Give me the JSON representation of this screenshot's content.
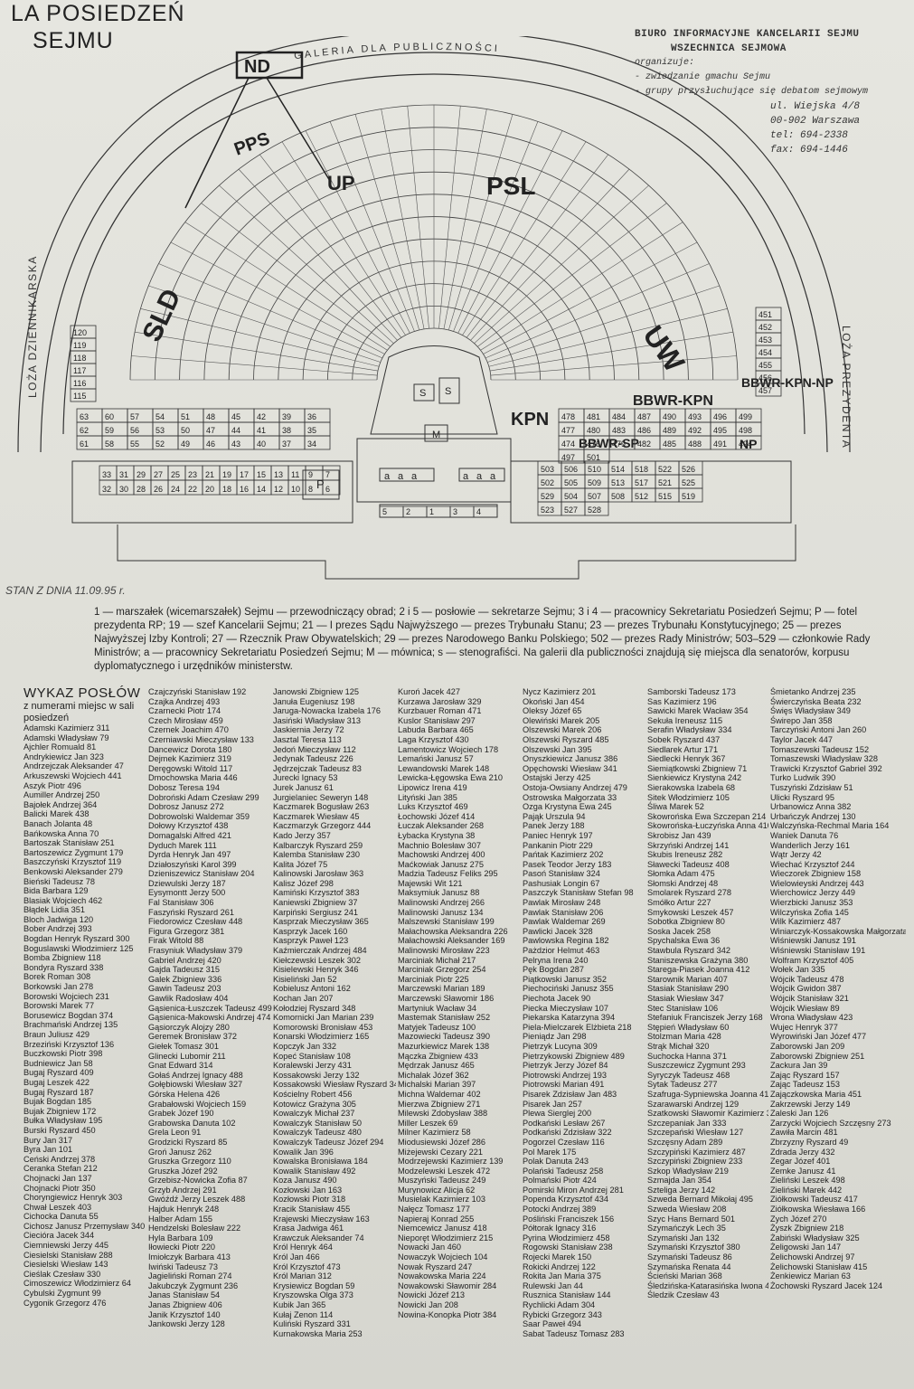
{
  "header": {
    "title_line1": "LA POSIEDZEŃ",
    "title_line2": "SEJMU"
  },
  "bureau": {
    "line1": "BIURO INFORMACYJNE KANCELARII SEJMU",
    "line2": "WSZECHNICA SEJMOWA",
    "organizuje": "organizuje:",
    "item1": "- zwiedzanie gmachu Sejmu",
    "item2": "- grupy przysłuchujące się debatom sejmowym",
    "addr1": "ul. Wiejska 4/8",
    "addr2": "00-902 Warszawa",
    "tel": "tel: 694-2338",
    "fax": "fax: 694-1446"
  },
  "plan": {
    "gallery": "GALERIA DLA PUBLICZNOŚCI",
    "press_box": "LOŻA DZIENNIKARSKA",
    "president_box": "LOŻA PREZYDENTA",
    "parties": [
      "ND",
      "PPS",
      "SLD",
      "UP",
      "PSL",
      "UW",
      "BBWR-KPN",
      "KPN",
      "BBWR-SP",
      "NP",
      "BBWR-KPN-NP"
    ],
    "markers": {
      "s": "S",
      "m": "M",
      "p": "P",
      "a": "a"
    },
    "left_block": [
      "63",
      "60",
      "57",
      "54",
      "51",
      "48",
      "45",
      "42",
      "39",
      "36",
      "62",
      "59",
      "56",
      "53",
      "50",
      "47",
      "44",
      "41",
      "38",
      "35",
      "61",
      "58",
      "55",
      "52",
      "49",
      "46",
      "43",
      "40",
      "37",
      "34"
    ],
    "left_lower": [
      "33",
      "31",
      "29",
      "27",
      "25",
      "23",
      "21",
      "19",
      "17",
      "15",
      "13",
      "11",
      "9",
      "7",
      "32",
      "30",
      "28",
      "26",
      "24",
      "22",
      "20",
      "18",
      "16",
      "14",
      "12",
      "10",
      "8",
      "6"
    ],
    "right_block": [
      "478",
      "481",
      "484",
      "487",
      "490",
      "493",
      "496",
      "499",
      "477",
      "480",
      "483",
      "486",
      "489",
      "492",
      "495",
      "498",
      "474",
      "476",
      "479",
      "482",
      "485",
      "488",
      "491",
      "494",
      "497",
      "501"
    ],
    "right_lower": [
      "503",
      "506",
      "510",
      "514",
      "518",
      "522",
      "526",
      "502",
      "505",
      "509",
      "513",
      "517",
      "521",
      "525",
      "529",
      "504",
      "507",
      "508",
      "512",
      "515",
      "519",
      "523",
      "527",
      "528"
    ],
    "platform": [
      "5",
      "2",
      "1",
      "3",
      "4"
    ],
    "left_edge_rows": [
      "120",
      "119",
      "118",
      "117",
      "116",
      "115"
    ],
    "right_edge_rows": [
      "451",
      "452",
      "453",
      "454",
      "455",
      "456",
      "457"
    ]
  },
  "state_date": "STAN Z DNIA 11.09.95 r.",
  "legend": "1 — marszałek (wicemarszałek) Sejmu — przewodniczący obrad; 2 i 5 — posłowie — sekretarze Sejmu; 3 i 4 — pracownicy Sekretariatu Posiedzeń Sejmu; P — fotel prezydenta RP; 19 — szef Kancelarii Sejmu; 21 — I prezes Sądu Najwyższego — prezes Trybunału Stanu; 23 — prezes Trybunału Konstytucyjnego; 25 — prezes Najwyższej Izby Kontroli; 27 — Rzecznik Praw Obywatelskich; 29 — prezes Narodowego Banku Polskiego; 502 — prezes Rady Ministrów; 503–529 — członkowie Rady Ministrów; a — pracownicy Sekretariatu Posiedzeń Sejmu; M — mównica; s — stenografiści. Na galerii dla publiczności znajdują się miejsca dla senatorów, korpusu dyplomatycznego i urzędników ministerstw.",
  "deputies": {
    "heading": "WYKAZ POSŁÓW",
    "subheading": "z numerami miejsc w sali posiedzeń",
    "columns": [
      [
        "Adamski Kazimierz 311",
        "Adamski Władysław 79",
        "Ajchler Romuald 81",
        "Andrykiewicz Jan 323",
        "Andrzejczak Aleksander 47",
        "Arkuszewski Wojciech 441",
        "Aszyk Piotr 496",
        "Aumiller Andrzej 250",
        "Bajołek Andrzej 364",
        "Balicki Marek 438",
        "Banach Jolanta 48",
        "Bańkowska Anna 70",
        "Bartoszak Stanisław 251",
        "Bartoszewicz Zygmunt 179",
        "Baszczyński Krzysztof 119",
        "Benkowski Aleksander 279",
        "Bieński Tadeusz 78",
        "Bida Barbara 129",
        "Blasiak Wojciech 462",
        "Błądek Lidia 351",
        "Bloch Jadwiga 120",
        "Bober Andrzej 393",
        "Bogdan Henryk Ryszard 300",
        "Boguslawski Włodzimierz 125",
        "Bomba Zbigniew 118",
        "Bondyra Ryszard 338",
        "Borek Roman 308",
        "Borkowski Jan 278",
        "Borowski Wojciech 231",
        "Borowski Marek 77",
        "Borusewicz Bogdan 374",
        "Brachmański Andrzej 135",
        "Braun Juliusz 429",
        "Brzeziński Krzysztof 136",
        "Buczkowski Piotr 398",
        "Budniewicz Jan 58",
        "Bugaj Ryszard 409",
        "Bugaj Leszek 422",
        "Bugaj Ryszard 187",
        "Bujak Bogdan 185",
        "Bujak Zbigniew 172",
        "Bułka Władysław 195",
        "Burski Ryszard 450",
        "Bury Jan 317",
        "Byra Jan 101",
        "Ceński Andrzej 378",
        "Ceranka Stefan 212",
        "Chojnacki Jan 137",
        "Chojnacki Piotr 350",
        "Choryngiewicz Henryk 303",
        "Chwał Leszek 403",
        "Cichocka Danuta 55",
        "Cichosz Janusz Przemysław 340",
        "Ciecióra Jacek 344",
        "Ciemniewski Jerzy 445",
        "Ciesielski Stanisław 288",
        "Ciesielski Wiesław 143",
        "Cieślak Czesław 330",
        "Cimoszewicz Włodzimierz 64",
        "Cybulski Zygmunt 99",
        "Cygonik Grzegorz 476"
      ],
      [
        "Czajczyński Stanisław 192",
        "Czajka Andrzej 493",
        "Czarnecki Piotr 174",
        "Czech Mirosław 459",
        "Czernek Joachim 470",
        "Czerniawski Mieczysław 133",
        "Dancewicz Dorota 180",
        "Dejmek Kazimierz 319",
        "Deręgowski Witold 117",
        "Dmochowska Maria 446",
        "Dobosz Teresa 194",
        "Dobroński Adam Czesław 299",
        "Dobrosz Janusz 272",
        "Dobrowolski Waldemar 359",
        "Dołowy Krzysztof 438",
        "Domagalski Alfred 421",
        "Dyduch Marek 111",
        "Dyrda Henryk Jan 497",
        "Działoszyński Karol 399",
        "Dzieniszewicz Stanisław 204",
        "Dziewulski Jerzy 187",
        "Eysymontt Jerzy 500",
        "Fal Stanisław 306",
        "Faszyński Ryszard 261",
        "Fiedorowicz Czesław 448",
        "Figura Grzegorz 381",
        "Firak Witold 88",
        "Frasyniuk Władysław 379",
        "Gabriel Andrzej 420",
        "Gajda Tadeusz 315",
        "Galek Zbigniew 336",
        "Gawin Tadeusz 203",
        "Gawlik Radosław 404",
        "Gąsienica-Łuszczek Tadeusz 499",
        "Gąsienica-Makowski Andrzej 474",
        "Gąsiorczyk Alojzy 280",
        "Geremek Bronisław 372",
        "Giełek Tomasz 301",
        "Glinecki Lubomir 211",
        "Gnat Edward 314",
        "Gołaś Andrzej Ignacy 488",
        "Gołębiowski Wiesław 327",
        "Górska Helena 426",
        "Grabałowski Wojciech 159",
        "Grabek Józef 190",
        "Grabowska Danuta 102",
        "Grela Leon 91",
        "Grodzicki Ryszard 85",
        "Groń Janusz 262",
        "Gruszka Grzegorz 110",
        "Gruszka Józef 292",
        "Grzebisz-Nowicka Zofia 87",
        "Grzyb Andrzej 291",
        "Gwóźdź Jerzy Leszek 488",
        "Hajduk Henryk 248",
        "Halber Adam 155",
        "Hendzelski Bolesław 222",
        "Hyla Barbara 109",
        "Iłowiecki Piotr 220",
        "Imiołczyk Barbara 413",
        "Iwiński Tadeusz 73",
        "Jagieliński Roman 274",
        "Jakubczyk Zygmunt 236",
        "Janas Stanisław 54",
        "Janas Zbigniew 406",
        "Janik Krzysztof 140",
        "Jankowski Jerzy 128"
      ],
      [
        "Janowski Zbigniew 125",
        "Januła Eugeniusz 198",
        "Jaruga-Nowacka Izabela 176",
        "Jasiński Władysław 313",
        "Jaskiernia Jerzy 72",
        "Jasztal Teresa 113",
        "Jedoń Mieczysław 112",
        "Jedynak Tadeusz 226",
        "Jędrzejczak Tadeusz 83",
        "Jurecki Ignacy 53",
        "Jurek Janusz 61",
        "Jurgielaniec Seweryn 148",
        "Kaczmarek Bogusław 263",
        "Kaczmarek Wiesław 45",
        "Kaczmarzyk Grzegorz 444",
        "Kado Jerzy 357",
        "Kalbarczyk Ryszard 259",
        "Kalemba Stanisław 230",
        "Kalita Józef 75",
        "Kalinowski Jarosław 363",
        "Kalisz Józef 298",
        "Kamiński Krzysztof 383",
        "Kaniewski Zbigniew 37",
        "Karpiński Sergiusz 241",
        "Kasprzak Mieczysław 365",
        "Kasprzyk Jacek 160",
        "Kasprzyk Paweł 123",
        "Kaźmierczak Andrzej 484",
        "Kiełczewski Leszek 302",
        "Kisielewski Henryk 346",
        "Kisieliński Jan 52",
        "Kobielusz Antoni 162",
        "Kochan Jan 207",
        "Kołodziej Ryszard 348",
        "Komornicki Jan Marian 239",
        "Komorowski Bronisław 453",
        "Konarski Włodzimierz 165",
        "Kopczyk Jan 332",
        "Kopeć Stanisław 108",
        "Koralewski Jerzy 431",
        "Kossakowski Jerzy 132",
        "Kossakowski Wiesław Ryszard 345",
        "Kościelny Robert 456",
        "Kotowicz Grażyna 305",
        "Kowalczyk Michał 237",
        "Kowalczyk Stanisław 50",
        "Kowalczyk Tadeusz 480",
        "Kowalczyk Tadeusz Józef 294",
        "Kowalik Jan 396",
        "Kowalska Bronisława 184",
        "Kowalik Stanisław 492",
        "Koza Janusz 490",
        "Kozłowski Jan 163",
        "Kozłowski Piotr 318",
        "Kracik Stanisław 455",
        "Krajewski Mieczysław 163",
        "Krasa Jadwiga 461",
        "Krawczuk Aleksander 74",
        "Król Henryk 464",
        "Król Jan 466",
        "Król Krzysztof 473",
        "Król Marian 312",
        "Krysiewicz Bogdan 59",
        "Kryszowska Olga 373",
        "Kubik Jan 365",
        "Kułaj Zenon 114",
        "Kuliński Ryszard 331",
        "Kurnakowska Maria 253"
      ],
      [
        "Kuroń Jacek 427",
        "Kurzawa Jarosław 329",
        "Kurzbauer Roman 471",
        "Kuslor Stanisław 297",
        "Labuda Barbara 465",
        "Laga Krzysztof 430",
        "Lamentowicz Wojciech 178",
        "Lemański Janusz 57",
        "Lewandowski Marek 148",
        "Lewicka-Łęgowska Ewa 210",
        "Lipowicz Irena 419",
        "Lityński Jan 385",
        "Luks Krzysztof 469",
        "Łochowski Józef 414",
        "Łuczak Aleksander 268",
        "Łybacka Krystyna 38",
        "Machnio Bolesław 307",
        "Machowski Andrzej 400",
        "Maćkowiak Janusz 275",
        "Madzia Tadeusz Feliks 295",
        "Majewski Wit 121",
        "Maksymiuk Janusz 88",
        "Malinowski Andrzej 266",
        "Malinowski Janusz 134",
        "Malszewski Stanisław 199",
        "Małachowska Aleksandra 226",
        "Małachowski Aleksander 169",
        "Malinowski Mirosław 223",
        "Marciniak Michał 217",
        "Marciniak Grzegorz 254",
        "Marciniak Piotr 225",
        "Marczewski Marian 189",
        "Marczewski Sławomir 186",
        "Martyniuk Wacław 34",
        "Mastemak Stanisław 252",
        "Matyjek Tadeusz 100",
        "Mazowiecki Tadeusz 390",
        "Mazurkiewicz Marek 138",
        "Mączka Zbigniew 433",
        "Mędrzak Janusz 465",
        "Michalak Józef 362",
        "Michalski Marian 397",
        "Michna Waldemar 402",
        "Mierzwa Zbigniew 271",
        "Milewski Zdobysław 388",
        "Miller Leszek 69",
        "Milner Kazimierz 58",
        "Miodusiewski Józef 286",
        "Miżejewski Cezary 221",
        "Modrzejewski Kazimierz 139",
        "Modzelewski Leszek 472",
        "Muszyński Tadeusz 249",
        "Murynowicz Alicja 62",
        "Musielak Kazimierz 103",
        "Nałęcz Tomasz 177",
        "Napieraj Konrad 255",
        "Niemcewicz Janusz 418",
        "Nieporęt Włodzimierz 215",
        "Nowacki Jan 460",
        "Nowaczyk Wojciech 104",
        "Nowak Ryszard 247",
        "Nowakowska Maria 224",
        "Nowakowski Sławomir 284",
        "Nowicki Józef 213",
        "Nowicki Jan 208",
        "Nowina-Konopka Piotr 384"
      ],
      [
        "Nycz Kazimierz 201",
        "Okoński Jan 454",
        "Oleksy Józef 65",
        "Olewiński Marek 205",
        "Olszewski Marek 206",
        "Olszewski Ryszard 485",
        "Olszewski Jan 395",
        "Onyszkiewicz Janusz 386",
        "Opęchowski Wiesław 341",
        "Ostajski Jerzy 425",
        "Ostoja-Owsiany Andrzej 479",
        "Ostrowska Małgorzata 33",
        "Ozga Krystyna Ewa 245",
        "Pająk Urszula 94",
        "Panek Jerzy 188",
        "Paniec Henryk 197",
        "Pankanin Piotr 229",
        "Pańtak Kazimierz 202",
        "Pasek Teodor Jerzy 183",
        "Pasoń Stanisław 324",
        "Pashusiak Longin 67",
        "Paszczyk Stanisław Stefan 98",
        "Pawlak Mirosław 248",
        "Pawlak Stanisław 206",
        "Pawlak Waldemar 269",
        "Pawlicki Jacek 328",
        "Pawlowska Regina 182",
        "Pażdzior Helmut 463",
        "Pelryna Irena 240",
        "Pęk Bogdan 287",
        "Piątkowski Janusz 352",
        "Piechociński Janusz 355",
        "Piechota Jacek 90",
        "Piecka Mieczysław 107",
        "Piekarska Katarzyna 394",
        "Piela-Mielczarek Elżbieta 218",
        "Pieniądz Jan 298",
        "Pietrzyk Lucyna 309",
        "Pietrzykowski Zbigniew 489",
        "Pietrzyk Jerzy Józef 84",
        "Piotrowski Andrzej 193",
        "Piotrowski Marian 491",
        "Pisarek Zdzisław Jan 483",
        "Pisarek Jan 257",
        "Plewa Sierglej 200",
        "Podkański Lesław 267",
        "Podkański Zdzisław 322",
        "Pogorzel Czesław 116",
        "Pol Marek 175",
        "Polak Danuta 243",
        "Polański Tadeusz 258",
        "Polmański Piotr 424",
        "Pomirski Miron Andrzej 281",
        "Popenda Krzysztof 434",
        "Potocki Andrzej 389",
        "Pośliński Franciszek 156",
        "Półtorak Ignacy 316",
        "Pyrina Włodzimierz 458",
        "Rogowski Stanisław 238",
        "Rojecki Marek 150",
        "Rokicki Andrzej 122",
        "Rokita Jan Maria 375",
        "Rulewski Jan 44",
        "Rusznica Stanisław 144",
        "Rychlicki Adam 304",
        "Rybicki Grzegorz 343",
        "Saar Paweł 494",
        "Sabat Tadeusz Tomasz 283"
      ],
      [
        "Samborski Tadeusz 173",
        "Sas Kazimierz 196",
        "Sawicki Marek Wacław 354",
        "Sekuła Ireneusz 115",
        "Serafin Władysław 334",
        "Sobek Ryszard 437",
        "Siedlarek Artur 171",
        "Siedlecki Henryk 367",
        "Siemiątkowski Zbigniew 71",
        "Sienkiewicz Krystyna 242",
        "Sierakowska Izabela 68",
        "Sitek Włodzimierz 105",
        "Śliwa Marek 52",
        "Skowrońska Ewa Szczepan 214",
        "Skowrońska-Łuczyńska Anna 410",
        "Skrobisz Jan 439",
        "Skrzyński Andrzej 141",
        "Skubis Ireneusz 282",
        "Sławecki Tadeusz 408",
        "Słomka Adam 475",
        "Słomski Andrzej 48",
        "Smolarek Ryszard 278",
        "Smółko Artur 227",
        "Smykowski Leszek 457",
        "Sobotka Zbigniew 80",
        "Soska Jacek 258",
        "Spychalska Ewa 36",
        "Stawbula Ryszard 342",
        "Staniszewska Grażyna 380",
        "Starega-Piasek Joanna 412",
        "Starownik Marian 407",
        "Stasiak Stanisław 290",
        "Stasiak Wiesław 347",
        "Stec Stanisław 106",
        "Stefaniuk Franciszek Jerzy 168",
        "Stępień Władysław 60",
        "Stolzman Maria 428",
        "Strąk Michał 320",
        "Suchocka Hanna 371",
        "Suszczewicz Zygmunt 293",
        "Syryczyk Tadeusz 468",
        "Sytak Tadeusz 277",
        "Szafruga-Sypniewska Joanna 411",
        "Szarawarski Andrzej 129",
        "Szatkowski Sławomir Kazimierz 391",
        "Szczepaniak Jan 333",
        "Szczepański Wiesław 127",
        "Szczęsny Adam 289",
        "Szczypiński Kazimierz 487",
        "Szczypiński Zbigniew 233",
        "Szkop Władysław 219",
        "Szmajda Jan 354",
        "Szteliga Jerzy 142",
        "Szweda Bernard Mikołaj 495",
        "Szweda Wiesław 208",
        "Szyc Hans Bernard 501",
        "Szymańczyk Lech 35",
        "Szymański Jan 132",
        "Szymański Krzysztof 380",
        "Szymański Tadeusz 86",
        "Szymańska Renata 44",
        "Ścieński Marian 368",
        "Śledzińska-Katarasińska Iwona 435",
        "Śledzik Czesław 43"
      ],
      [
        "Śmietanko Andrzej 235",
        "Świerczyńska Beata 232",
        "Święs Władysław 349",
        "Świrepo Jan 358",
        "Tarczyński Antoni Jan 260",
        "Taylor Jacek 447",
        "Tomaszewski Tadeusz 152",
        "Tomaszewski Władysław 328",
        "Trawicki Krzysztof Gabriel 392",
        "Turko Ludwik 390",
        "Tuszyński Zdzisław 51",
        "Ulicki Ryszard 95",
        "Urbanowicz Anna 382",
        "Urbańczyk Andrzej 130",
        "Walczyńska-Rechmal Maria 164",
        "Waniek Danuta 76",
        "Wanderlich Jerzy 161",
        "Wątr Jerzy 42",
        "Wiechać Krzysztof 244",
        "Wieczorek Zbigniew 158",
        "Wielowieyski Andrzej 443",
        "Wierchowicz Jerzy 449",
        "Wierzbicki Janusz 353",
        "Wilczyńska Zofia 145",
        "Wilk Kazimierz 487",
        "Winiarczyk-Kossakowska Małgorzata 310",
        "Wiśniewski Janusz 191",
        "Wiśniewski Stanisław 191",
        "Wolfram Krzysztof 405",
        "Wołek Jan 335",
        "Wójcik Tadeusz 478",
        "Wójcik Gwidon 387",
        "Wójcik Stanisław 321",
        "Wójcik Wiesław 89",
        "Wrona Władysław 423",
        "Wujec Henryk 377",
        "Wyrowiński Jan Józef 477",
        "Zaborowski Jan 209",
        "Zaborowski Zbigniew 251",
        "Zackura Jan 39",
        "Zając Ryszard 157",
        "Zając Tadeusz 153",
        "Zajączkowska Maria 451",
        "Zakrzewski Jerzy 149",
        "Zaleski Jan 126",
        "Zarzycki Wojciech Szczęsny 273",
        "Zawiła Marcin 481",
        "Zbrzyzny Ryszard 49",
        "Zdrada Jerzy 432",
        "Zegar Józef 401",
        "Zemke Janusz 41",
        "Zieliński Leszek 498",
        "Zieliński Marek 442",
        "Ziółkowski Tadeusz 417",
        "Ziółkowska Wiesława 166",
        "Zych Józef 270",
        "Żyszk Zbigniew 218",
        "Żabiński Władysław 325",
        "Żeligowski Jan 147",
        "Żelichowski Andrzej 97",
        "Żelichowski Stanisław 415",
        "Żenkiewicz Marian 63",
        "Żochowski Ryszard Jacek 124"
      ]
    ]
  }
}
